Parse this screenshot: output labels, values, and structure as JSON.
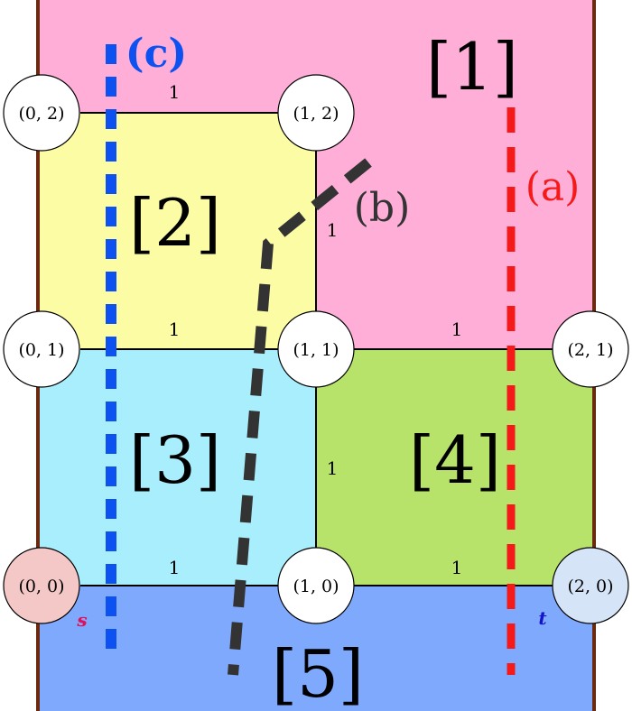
{
  "colors": {
    "region_1": "#ffaed8",
    "region_2": "#fcfca4",
    "region_3": "#a9eefd",
    "region_4": "#b7e36a",
    "region_5": "#7fa9fd",
    "border": "#6b2a0f",
    "node_default": "#ffffff",
    "node_source": "#f5c8c8",
    "node_sink": "#d6e4f8",
    "cut_a": "#f41a1a",
    "cut_b": "#333333",
    "cut_c": "#0d52f0",
    "source_mark": "#e0105a",
    "sink_mark": "#1414c8"
  },
  "regions": [
    {
      "id": "1",
      "label": "[1]"
    },
    {
      "id": "2",
      "label": "[2]"
    },
    {
      "id": "3",
      "label": "[3]"
    },
    {
      "id": "4",
      "label": "[4]"
    },
    {
      "id": "5",
      "label": "[5]"
    }
  ],
  "nodes": [
    {
      "id": "0,2",
      "label": "(0, 2)",
      "kind": "normal"
    },
    {
      "id": "1,2",
      "label": "(1, 2)",
      "kind": "normal"
    },
    {
      "id": "0,1",
      "label": "(0, 1)",
      "kind": "normal"
    },
    {
      "id": "1,1",
      "label": "(1, 1)",
      "kind": "normal"
    },
    {
      "id": "2,1",
      "label": "(2, 1)",
      "kind": "normal"
    },
    {
      "id": "0,0",
      "label": "(0, 0)",
      "kind": "source"
    },
    {
      "id": "1,0",
      "label": "(1, 0)",
      "kind": "normal"
    },
    {
      "id": "2,0",
      "label": "(2, 0)",
      "kind": "sink"
    }
  ],
  "edges": [
    {
      "from": "0,2",
      "to": "1,2",
      "weight": "1"
    },
    {
      "from": "1,2",
      "to": "1,1",
      "weight": "1"
    },
    {
      "from": "0,1",
      "to": "1,1",
      "weight": "1"
    },
    {
      "from": "1,1",
      "to": "2,1",
      "weight": "1"
    },
    {
      "from": "1,1",
      "to": "1,0",
      "weight": "1"
    },
    {
      "from": "0,0",
      "to": "1,0",
      "weight": "1"
    },
    {
      "from": "1,0",
      "to": "2,0",
      "weight": "1"
    }
  ],
  "cuts": [
    {
      "id": "a",
      "label": "(a)"
    },
    {
      "id": "b",
      "label": "(b)"
    },
    {
      "id": "c",
      "label": "(c)"
    }
  ],
  "terminals": {
    "source_label": "s",
    "sink_label": "t"
  }
}
